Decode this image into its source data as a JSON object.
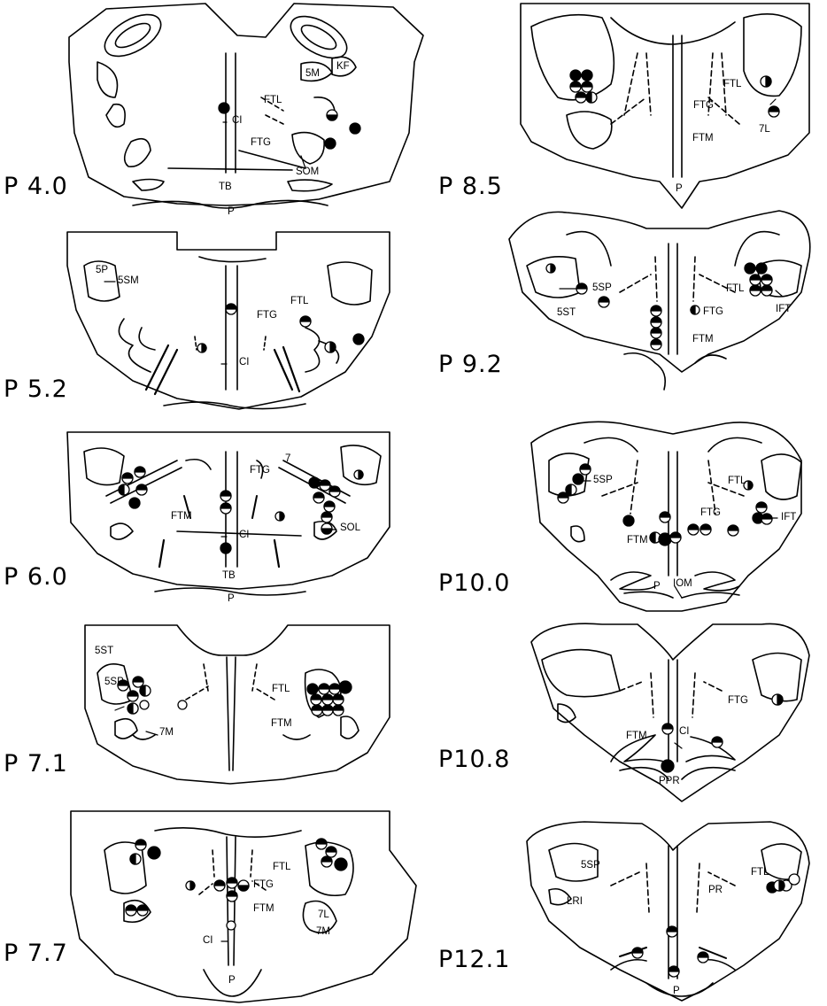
{
  "sections": [
    {
      "label": "P 4.0",
      "regions": [
        "KF",
        "5M",
        "FTL",
        "CI",
        "FTG",
        "SOM",
        "TB",
        "P"
      ]
    },
    {
      "label": "P 5.2",
      "regions": [
        "5P",
        "5SM",
        "FTL",
        "FTG",
        "CI"
      ]
    },
    {
      "label": "P 6.0",
      "regions": [
        "7",
        "FTG",
        "FTM",
        "CI",
        "SOL",
        "TB",
        "P"
      ]
    },
    {
      "label": "P 7.1",
      "regions": [
        "5ST",
        "5SP",
        "7M",
        "FTL",
        "FTM"
      ]
    },
    {
      "label": "P 7.7",
      "regions": [
        "FTL",
        "FTG",
        "7L",
        "FTM",
        "7M",
        "CI",
        "P"
      ]
    },
    {
      "label": "P 8.5",
      "regions": [
        "FTL",
        "FTG",
        "7L",
        "FTM",
        "P"
      ]
    },
    {
      "label": "P 9.2",
      "regions": [
        "5SP",
        "5ST",
        "FTL",
        "FTG",
        "IFT",
        "FTM"
      ]
    },
    {
      "label": "P10.0",
      "regions": [
        "5SP",
        "FTL",
        "FTG",
        "IFT",
        "FTM",
        "P",
        "IOM"
      ]
    },
    {
      "label": "P10.8",
      "regions": [
        "FTG",
        "FTM",
        "CI",
        "PPR"
      ]
    },
    {
      "label": "P12.1",
      "regions": [
        "5SP",
        "FTL",
        "PR",
        "LRI",
        "P"
      ]
    }
  ],
  "legend_colors": {
    "ink": "#000000",
    "paper": "#ffffff"
  }
}
